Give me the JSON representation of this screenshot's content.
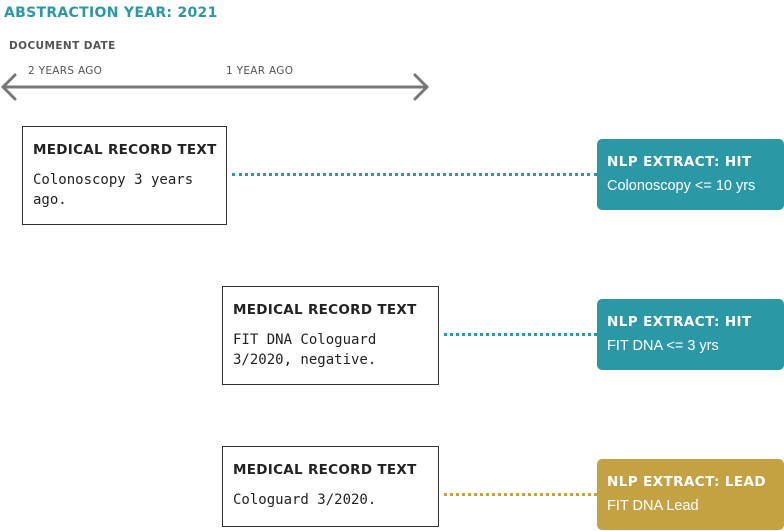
{
  "header": {
    "abstraction_year": "ABSTRACTION YEAR: 2021",
    "document_date_label": "DOCUMENT DATE"
  },
  "timeline": {
    "labels": [
      "2 YEARS AGO",
      "1 YEAR AGO"
    ]
  },
  "colors": {
    "teal": "#2b98a6",
    "gold": "#c4a243",
    "gray_text": "#555555",
    "timeline": "#777777"
  },
  "rows": [
    {
      "record_title": "MEDICAL RECORD TEXT",
      "record_text": "Colonoscopy 3 years\nago.",
      "extract_title": "NLP EXTRACT: HIT",
      "extract_text": "Colonoscopy <= 10 yrs",
      "type": "hit"
    },
    {
      "record_title": "MEDICAL RECORD TEXT",
      "record_text": "FIT DNA Cologuard\n3/2020, negative.",
      "extract_title": "NLP EXTRACT: HIT",
      "extract_text": "FIT DNA <= 3 yrs",
      "type": "hit"
    },
    {
      "record_title": "MEDICAL RECORD TEXT",
      "record_text": "Cologuard 3/2020.",
      "extract_title": "NLP EXTRACT: LEAD",
      "extract_text": "FIT DNA Lead",
      "type": "lead"
    }
  ]
}
